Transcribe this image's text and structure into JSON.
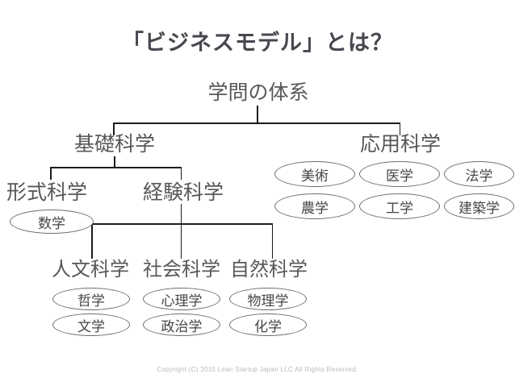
{
  "title": "「ビジネスモデル」とは？",
  "tree": {
    "root": "学問の体系",
    "level2": {
      "basic": "基礎科学",
      "applied": "応用科学"
    },
    "level3": {
      "formal": "形式科学",
      "empirical": "経験科学"
    },
    "level4": {
      "humanities": "人文科学",
      "social": "社会科学",
      "natural": "自然科学"
    },
    "ellipses": {
      "math": "数学",
      "philosophy": "哲学",
      "literature": "文学",
      "psychology": "心理学",
      "politics": "政治学",
      "physics": "物理学",
      "chemistry": "化学",
      "art": "美術",
      "medicine": "医学",
      "law": "法学",
      "agriculture": "農学",
      "engineering": "工学",
      "architecture": "建築学"
    }
  },
  "footer": {
    "copyright": "Copyright (C) 2015 Lean Startup Japan LLC All Rights Reserved."
  },
  "colors": {
    "background": "#ffffff",
    "title_text": "#47474f",
    "tree_text": "#58585a",
    "line": "#1c1c1c",
    "ellipse_border": "#6e6e6e",
    "copyright_text": "#b9b9b9"
  }
}
